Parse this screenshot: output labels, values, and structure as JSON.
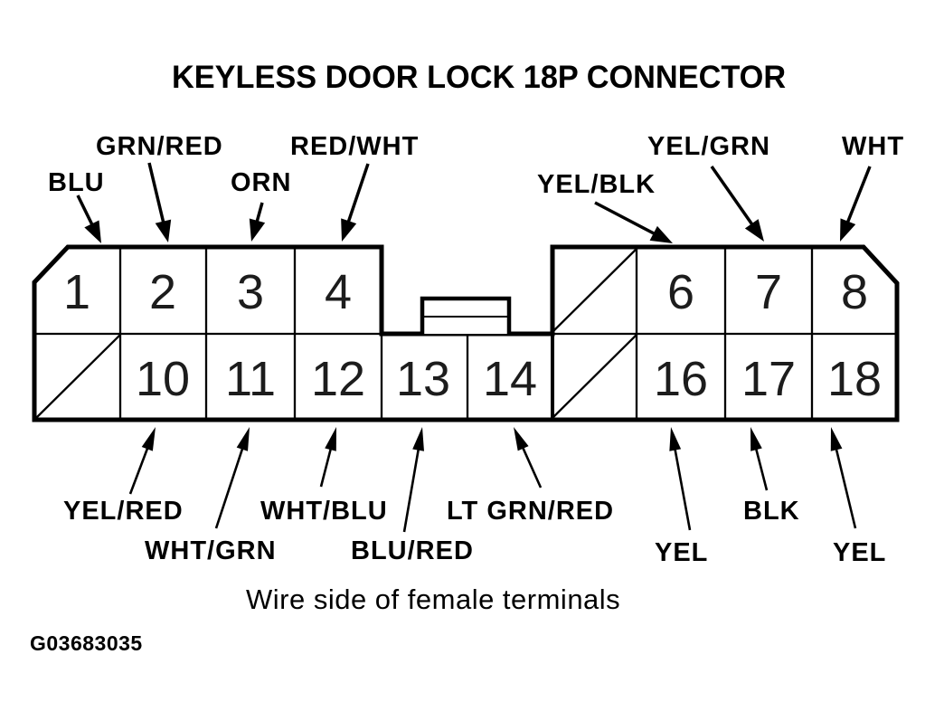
{
  "title": "KEYLESS DOOR LOCK 18P CONNECTOR",
  "caption": "Wire side of female terminals",
  "figure_id": "G03683035",
  "colors": {
    "ink": "#000000",
    "background": "#ffffff"
  },
  "connector": {
    "description": "18P connector, wire side of female terminals",
    "top_row_pins": [
      "1",
      "2",
      "3",
      "4",
      "6",
      "7",
      "8"
    ],
    "bottom_row_pins": [
      "10",
      "11",
      "12",
      "13",
      "14",
      "16",
      "17",
      "18"
    ]
  },
  "wire_labels_top": [
    {
      "text": "BLU",
      "pin": "1"
    },
    {
      "text": "GRN/RED",
      "pin": "2"
    },
    {
      "text": "ORN",
      "pin": "3"
    },
    {
      "text": "RED/WHT",
      "pin": "4"
    },
    {
      "text": "YEL/BLK",
      "pin": "6"
    },
    {
      "text": "YEL/GRN",
      "pin": "7"
    },
    {
      "text": "WHT",
      "pin": "8"
    }
  ],
  "wire_labels_bottom": [
    {
      "text": "YEL/RED",
      "pin": "10"
    },
    {
      "text": "WHT/GRN",
      "pin": "11"
    },
    {
      "text": "WHT/BLU",
      "pin": "12"
    },
    {
      "text": "BLU/RED",
      "pin": "13"
    },
    {
      "text": "LT GRN/RED",
      "pin": "14"
    },
    {
      "text": "YEL",
      "pin": "16"
    },
    {
      "text": "BLK",
      "pin": "17"
    },
    {
      "text": "YEL",
      "pin": "18"
    }
  ]
}
